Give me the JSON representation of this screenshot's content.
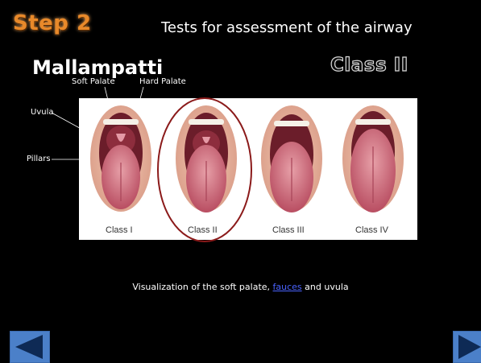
{
  "slide": {
    "step": "Step 2",
    "title": "Tests for assessment of the airway",
    "heading": "Mallampatti",
    "class_badge": "Class II"
  },
  "labels": {
    "soft_palate": "Soft Palate",
    "hard_palate": "Hard Palate",
    "uvula": "Uvula",
    "pillars": "Pillars"
  },
  "illustration": {
    "classes": [
      "Class I",
      "Class II",
      "Class III",
      "Class IV"
    ],
    "highlighted": "Class II",
    "highlight_color": "#8b1a1a"
  },
  "caption": {
    "before": "Visualization of the soft palate, ",
    "link": "fauces",
    "after": " and uvula"
  },
  "nav": {
    "prev_icon": "left-arrow-icon",
    "next_icon": "right-arrow-icon",
    "color": "#4b80c9"
  }
}
